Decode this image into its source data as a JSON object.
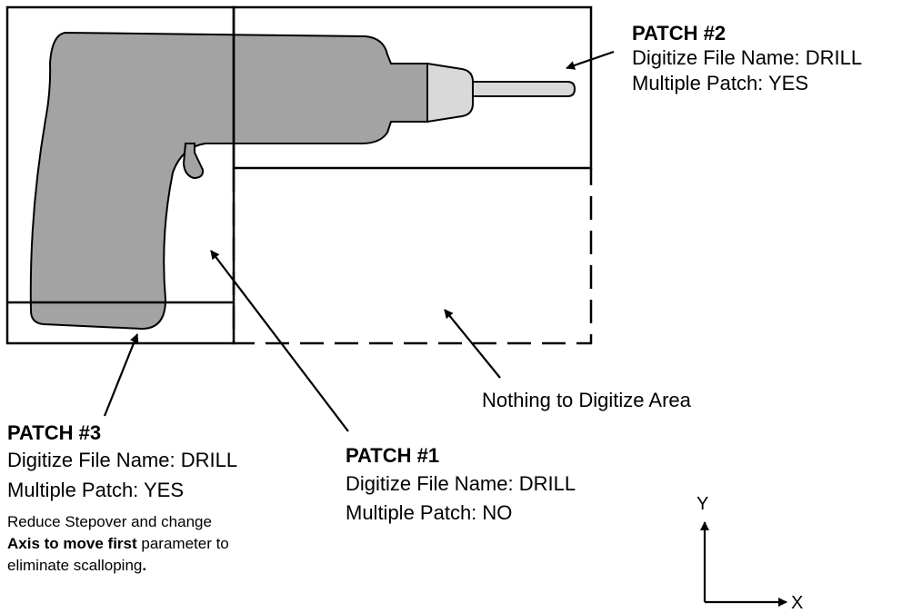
{
  "colors": {
    "line": "#000000",
    "drill_body": "#a3a3a3",
    "drill_chuck": "#d9d9d9",
    "background": "#ffffff"
  },
  "icons": {
    "drill": "drill-silhouette-icon",
    "axes": "xy-axes-icon"
  },
  "patch2": {
    "title": "PATCH #2",
    "file": "Digitize File Name: DRILL",
    "multiple": "Multiple Patch: YES"
  },
  "nothing_label": "Nothing to Digitize Area",
  "patch3": {
    "title": "PATCH #3",
    "file": "Digitize File Name: DRILL",
    "multiple": "Multiple Patch: YES",
    "note_line1": "Reduce Stepover and change",
    "note_line2_bold": "Axis to move first",
    "note_line2_rest": " parameter to",
    "note_line3": "eliminate scalloping",
    "note_line3_end": "."
  },
  "patch1": {
    "title": "PATCH #1",
    "file": "Digitize File Name: DRILL",
    "multiple": "Multiple Patch: NO"
  },
  "axes": {
    "y": "Y",
    "x": "X"
  }
}
